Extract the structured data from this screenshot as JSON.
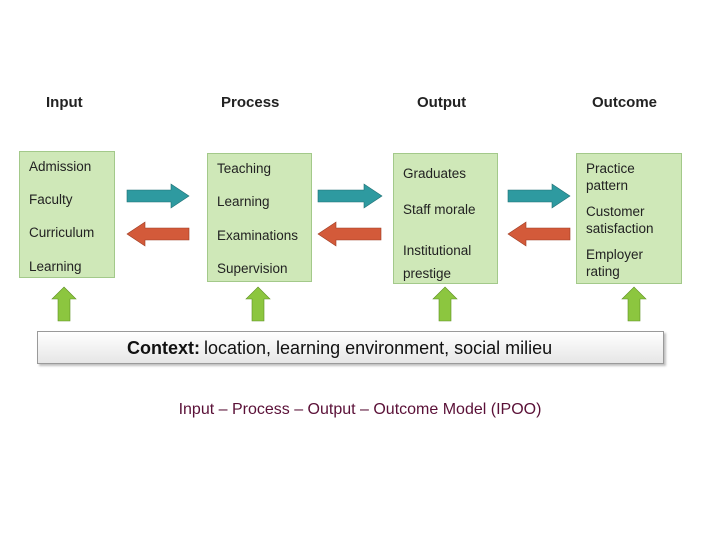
{
  "columns": [
    {
      "heading": "Input",
      "items": [
        "Admission",
        "Faculty",
        "Curriculum",
        "Learning"
      ]
    },
    {
      "heading": "Process",
      "items": [
        "Teaching",
        "Learning",
        "Examinations",
        "Supervision"
      ]
    },
    {
      "heading": "Output",
      "items": [
        "Graduates",
        "Staff morale",
        "Institutional\nprestige"
      ]
    },
    {
      "heading": "Outcome",
      "items": [
        "Practice\npattern",
        "Customer\nsatisfaction",
        "Employer\nrating"
      ]
    }
  ],
  "context": {
    "label": "Context:",
    "text": "location, learning environment, social milieu"
  },
  "caption": "Input – Process – Output – Outcome Model (IPOO)",
  "colors": {
    "box_fill": "#cfe8b8",
    "forward_arrow": "#2e9aa0",
    "backward_arrow": "#d35a3a",
    "up_arrow": "#8cc63f",
    "caption": "#5a1037"
  }
}
